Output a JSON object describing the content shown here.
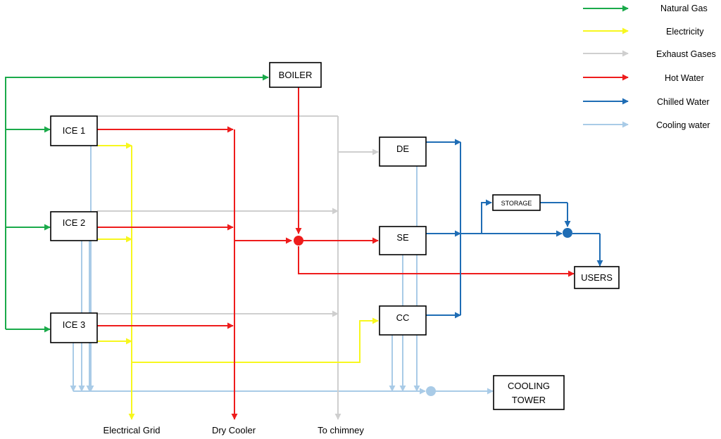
{
  "colors": {
    "natural_gas": "#1aaa4a",
    "electricity": "#f7f71e",
    "exhaust_gases": "#cfcfcf",
    "hot_water": "#ee1c1c",
    "chilled_water": "#1f6db5",
    "cooling_water": "#a9cbe7"
  },
  "legend": [
    {
      "label": "Natural Gas",
      "color": "#1aaa4a"
    },
    {
      "label": "Electricity",
      "color": "#f7f71e"
    },
    {
      "label": "Exhaust Gases",
      "color": "#cfcfcf"
    },
    {
      "label": "Hot Water",
      "color": "#ee1c1c"
    },
    {
      "label": "Chilled Water",
      "color": "#1f6db5"
    },
    {
      "label": "Cooling water",
      "color": "#a9cbe7"
    }
  ],
  "nodes": {
    "boiler": "BOILER",
    "ice1": "ICE 1",
    "ice2": "ICE 2",
    "ice3": "ICE 3",
    "de": "DE",
    "se": "SE",
    "cc": "CC",
    "storage": "STORAGE",
    "users": "USERS",
    "cooling_tower_line1": "COOLING",
    "cooling_tower_line2": "TOWER"
  },
  "outputs": {
    "electrical_grid": "Electrical Grid",
    "dry_cooler": "Dry Cooler",
    "to_chimney": "To chimney"
  }
}
